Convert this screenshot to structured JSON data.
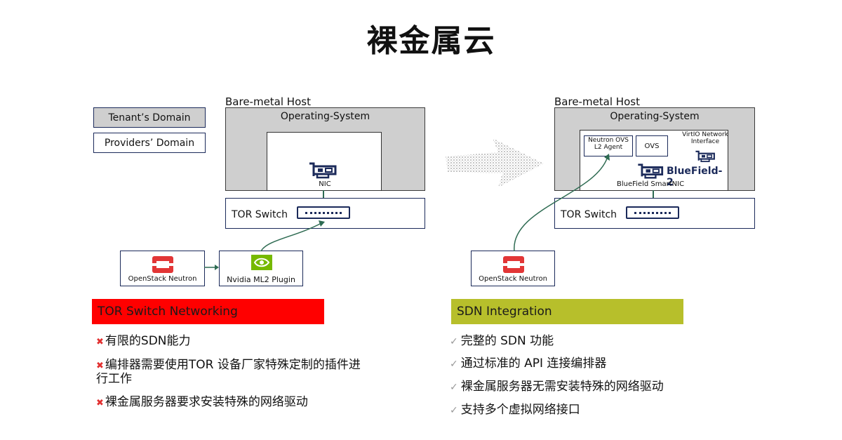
{
  "title": "裸金属云",
  "legend": {
    "tenant": "Tenant’s Domain",
    "providers": "Providers’ Domain"
  },
  "left": {
    "host_label": "Bare-metal Host",
    "os_label": "Operating-System",
    "nic_label": "NIC",
    "tor_label": "TOR Switch",
    "openstack_label": "OpenStack Neutron",
    "plugin_label": "Nvidia ML2 Plugin",
    "section_title": "TOR Switch Networking",
    "section_color": "#ff0000",
    "bullets": [
      "有限的SDN能力",
      "编排器需要使用TOR 设备厂家特殊定制的插件进",
      "行工作",
      "裸金属服务器要求安装特殊的网络驱动"
    ]
  },
  "right": {
    "host_label": "Bare-metal Host",
    "os_label": "Operating-System",
    "agent_label": "Neutron OVS L2 Agent",
    "ovs_label": "OVS",
    "virtio_label": "VirtIO Network Interface",
    "bluefield_label": "BlueField-2",
    "smartnic_label": "BlueField  SmartNIC",
    "tor_label": "TOR Switch",
    "openstack_label": "OpenStack Neutron",
    "section_title": "SDN Integration",
    "section_color": "#b7bf2b",
    "bullets": [
      "完整的 SDN 功能",
      "通过标准的 API 连接编排器",
      "裸金属服务器无需安装特殊的网络驱动",
      "支持多个虚拟网络接口"
    ]
  },
  "colors": {
    "navy": "#1b2a5a",
    "link_green": "#2e6b52",
    "openstack_red": "#e23636",
    "nvidia_green": "#76b900"
  },
  "icons": [
    "nic-icon",
    "switch-icon",
    "openstack-logo-icon",
    "nvidia-logo-icon",
    "arrow-icon",
    "x-icon",
    "check-icon"
  ]
}
